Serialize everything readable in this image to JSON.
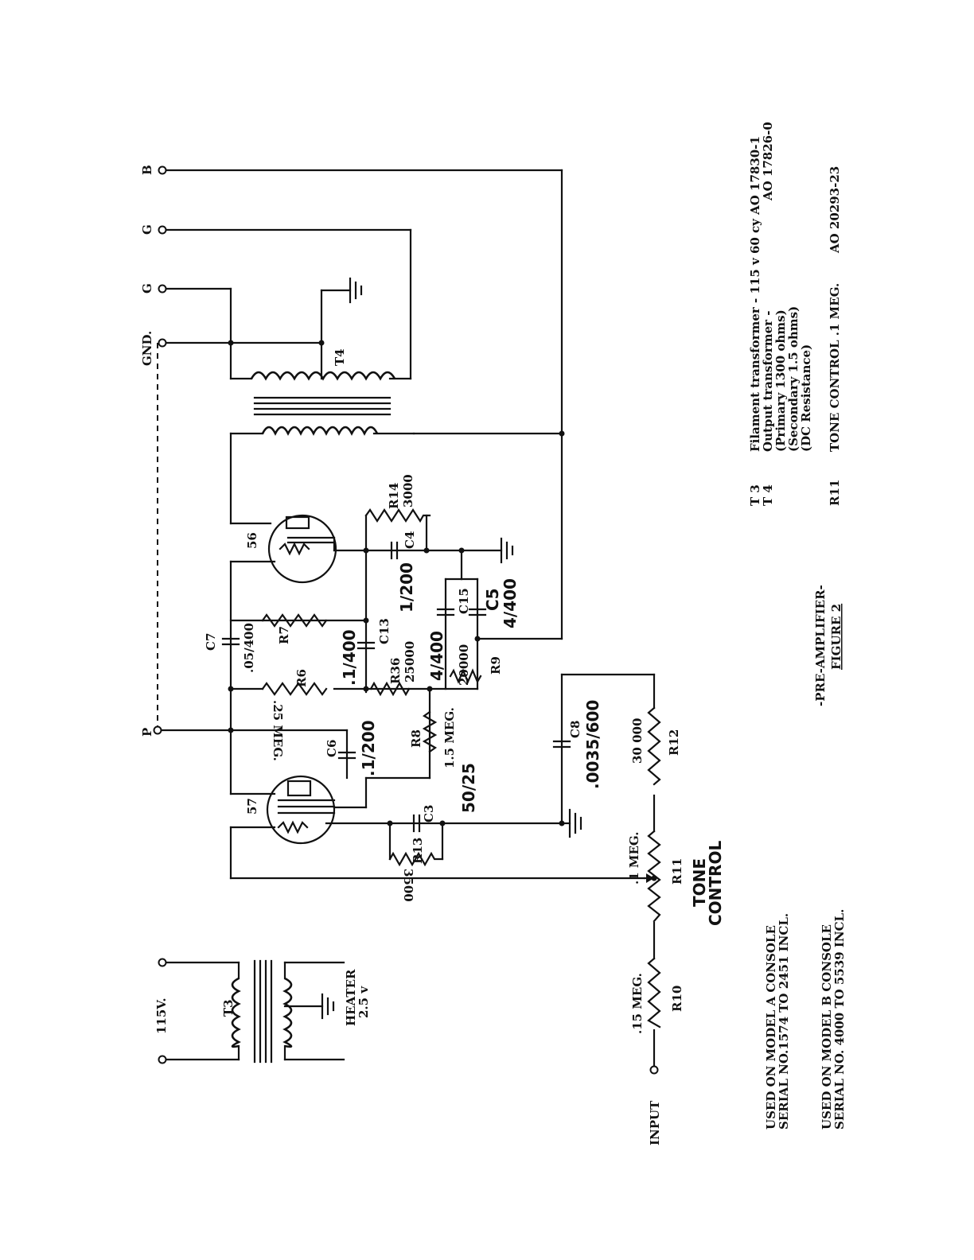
{
  "terminals": {
    "b": "B",
    "g1": "G",
    "g2": "G",
    "gnd": "GND.",
    "p": "P",
    "v115": "115V.",
    "input": "INPUT"
  },
  "components": {
    "t3": "T3",
    "t4": "T4",
    "heater": "HEATER",
    "heater_v": "2.5 v",
    "tube56": "56",
    "tube57": "57",
    "r14": "R14",
    "r14_val": "3000",
    "c4": "C4",
    "c4_val": "1/200",
    "c7": "C7",
    "c7_val": ".05/400",
    "r7": "R7",
    "r6": "R6",
    "r6_val": ".25 MEG.",
    "c13": "C13",
    "c13_val": ".1/400",
    "r36": "R36",
    "r36_val": "25000",
    "c15": "C15",
    "c5": "C5",
    "c5_val": "4/400",
    "c15_val": "4/400",
    "r9": "R9",
    "r9_val": "20000",
    "c6": "C6",
    "c6_val": ".1/200",
    "r8": "R8",
    "r8_val": "1.5 MEG.",
    "c3": "C3",
    "c3_val": "50/25",
    "c8": "C8",
    "c8_val": ".0035/600",
    "r12": "R12",
    "r12_val": "30 000",
    "r13": "R13",
    "r13_val": "3500",
    "r11": "R11",
    "r11_val": ".1 MEG.",
    "r10": "R10",
    "r10_val": ".15 MEG.",
    "tone1": "TONE",
    "tone2": "CONTROL"
  },
  "parts_list": [
    {
      "ref": "T 3",
      "desc": "Filament transformer - 115 v 60 cy AO 17830-1"
    },
    {
      "ref": "T 4",
      "desc": "Output transformer -",
      "code": "AO 17826-0"
    },
    {
      "ref": "",
      "desc": "(Primary 1300 ohms)"
    },
    {
      "ref": "",
      "desc": "(Secondary 1.5 ohms)"
    },
    {
      "ref": "",
      "desc": "(DC Resistance)"
    },
    {
      "ref": "R11",
      "desc": "TONE CONTROL  .1 MEG.",
      "code": "AO 20293-23"
    }
  ],
  "caption": {
    "title": "-PRE-AMPLIFIER-",
    "figure": "FIGURE 2"
  },
  "usage_notes": [
    {
      "line1": "USED ON MODEL A CONSOLE",
      "line2": "SERIAL NO.1574 TO 2451 INCL."
    },
    {
      "line1": "USED ON MODEL B CONSOLE",
      "line2": "SERIAL NO. 4000 TO 5539 INCL."
    }
  ]
}
